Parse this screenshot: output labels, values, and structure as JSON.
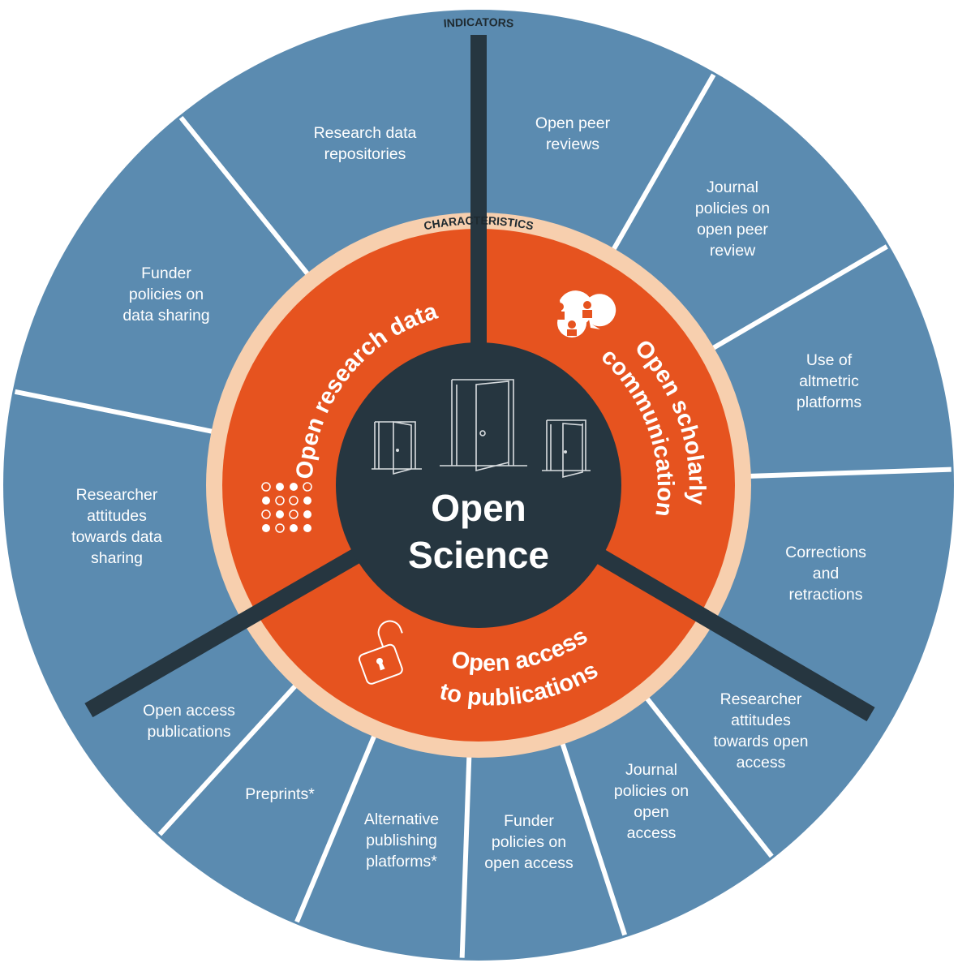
{
  "headers": {
    "indicators": "INDICATORS",
    "characteristics": "CHARACTERISTICS"
  },
  "center": {
    "line1": "Open",
    "line2": "Science"
  },
  "characteristics": {
    "research_data": "Open research data",
    "scholarly_comm": {
      "line1": "Open scholarly",
      "line2": "communication"
    },
    "open_access": {
      "line1": "Open access",
      "line2": "to publications"
    }
  },
  "indicators": [
    {
      "lines": [
        "Research data",
        "repositories"
      ]
    },
    {
      "lines": [
        "Open peer",
        "reviews"
      ]
    },
    {
      "lines": [
        "Journal",
        "policies on",
        "open peer",
        "review"
      ]
    },
    {
      "lines": [
        "Use of",
        "altmetric",
        "platforms"
      ]
    },
    {
      "lines": [
        "Corrections",
        "and",
        "retractions"
      ]
    },
    {
      "lines": [
        "Researcher",
        "attitudes",
        "towards open",
        "access"
      ]
    },
    {
      "lines": [
        "Journal",
        "policies on",
        "open",
        "access"
      ]
    },
    {
      "lines": [
        "Funder",
        "policies on",
        "open access"
      ]
    },
    {
      "lines": [
        "Alternative",
        "publishing",
        "platforms*"
      ]
    },
    {
      "lines": [
        "Preprints*"
      ]
    },
    {
      "lines": [
        "Open access",
        "publications"
      ]
    },
    {
      "lines": [
        "Researcher",
        "attitudes",
        "towards data",
        "sharing"
      ]
    },
    {
      "lines": [
        "Funder",
        "policies on",
        "data sharing"
      ]
    }
  ],
  "icons": {
    "center": "open-doors-icon",
    "research_data": "data-network-icon",
    "scholarly_comm": "chat-bubbles-people-icon",
    "open_access": "open-padlock-icon"
  },
  "colors": {
    "indicator_ring": "#5b8bb0",
    "characteristic_ring": "#e6531f",
    "band": "#f7cfae",
    "core": "#263640",
    "divider": "#263640"
  }
}
